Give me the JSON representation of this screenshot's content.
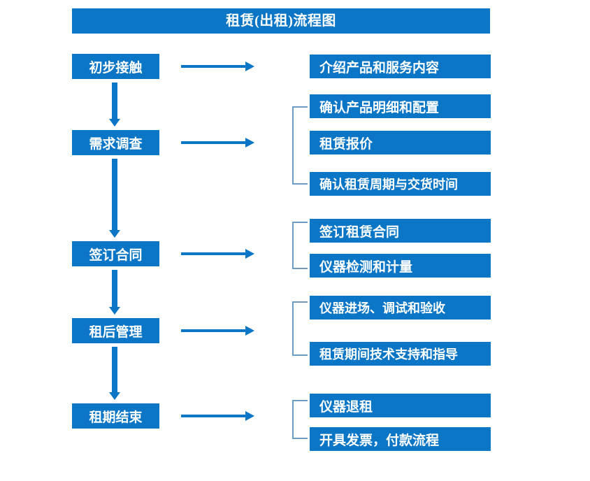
{
  "diagram": {
    "title": "租赁(出租)流程图",
    "accent_color": "#0B76C6",
    "bracket_color": "#6C9BC4",
    "text_color": "#FFFFFF",
    "background_color": "#FFFFFF"
  },
  "stages": [
    {
      "label": "初步接触",
      "details": [
        "介绍产品和服务内容"
      ],
      "bracketed": false
    },
    {
      "label": "需求调查",
      "details": [
        "确认产品明细和配置",
        "租赁报价",
        "确认租赁周期与交货时间"
      ],
      "bracketed": true
    },
    {
      "label": "签订合同",
      "details": [
        "签订租赁合同",
        "仪器检测和计量"
      ],
      "bracketed": true
    },
    {
      "label": "租后管理",
      "details": [
        "仪器进场、调试和验收",
        "租赁期间技术支持和指导"
      ],
      "bracketed": true
    },
    {
      "label": "租期结束",
      "details": [
        "仪器退租",
        "开具发票，付款流程"
      ],
      "bracketed": true
    }
  ],
  "detail_boxes": [
    "介绍产品和服务内容",
    "确认产品明细和配置",
    "租赁报价",
    "确认租赁周期与交货时间",
    "签订租赁合同",
    "仪器检测和计量",
    "仪器进场、调试和验收",
    "租赁期间技术支持和指导",
    "仪器退租",
    "开具发票，付款流程"
  ],
  "connectors": {
    "horizontal_arrow_icon": "arrow-right-icon",
    "vertical_arrow_icon": "arrow-down-icon",
    "bracket_icon": "group-bracket-icon"
  }
}
